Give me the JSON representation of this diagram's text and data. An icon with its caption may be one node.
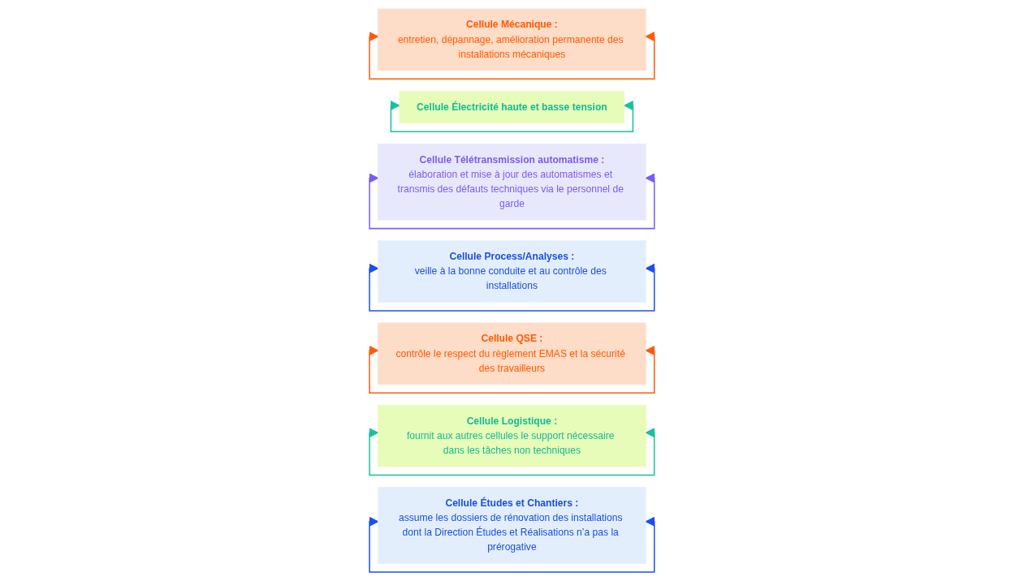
{
  "diagram": {
    "nodes": [
      {
        "text": [
          "Cellule Mécanique :",
          "entretien, dépannage, amélioration permanente des installations mécaniques"
        ]
      },
      {
        "text": [
          "Cellule Électricité haute et basse tension"
        ]
      },
      {
        "text": [
          "Cellule Télétransmission automatisme :",
          "élaboration et mise à jour des automatismes et transmis des défauts techniques via le personnel de garde"
        ]
      },
      {
        "text": [
          "Cellule Process/Analyses :",
          "veille à la bonne conduite et au contrôle des installations"
        ]
      },
      {
        "text": [
          "Cellule QSE :",
          "contrôle le respect du règlement EMAS et la sécurité des travailleurs"
        ]
      },
      {
        "text": [
          "Cellule Logistique :",
          "fournit aux autres cellules le support nécessaire dans les tâches non techniques"
        ]
      },
      {
        "text": [
          "Cellule Études et Chantiers :",
          "assume les dossiers de rénovation des installations dont la Direction Études et Réalisations n’a pas la prérogative"
        ]
      }
    ],
    "edges": [
      {
        "from": 0,
        "to": 0,
        "arrow": "both",
        "color": "#ff5a0a"
      },
      {
        "from": 1,
        "to": 1,
        "arrow": "both",
        "color": "#18c29c"
      },
      {
        "from": 2,
        "to": 2,
        "arrow": "both",
        "color": "#7a5cf5"
      },
      {
        "from": 3,
        "to": 3,
        "arrow": "both",
        "color": "#1a50f0"
      },
      {
        "from": 4,
        "to": 4,
        "arrow": "both",
        "color": "#ff5a0a"
      },
      {
        "from": 5,
        "to": 5,
        "arrow": "both",
        "color": "#18c29c"
      },
      {
        "from": 6,
        "to": 6,
        "arrow": "both",
        "color": "#1a50f0"
      }
    ]
  }
}
